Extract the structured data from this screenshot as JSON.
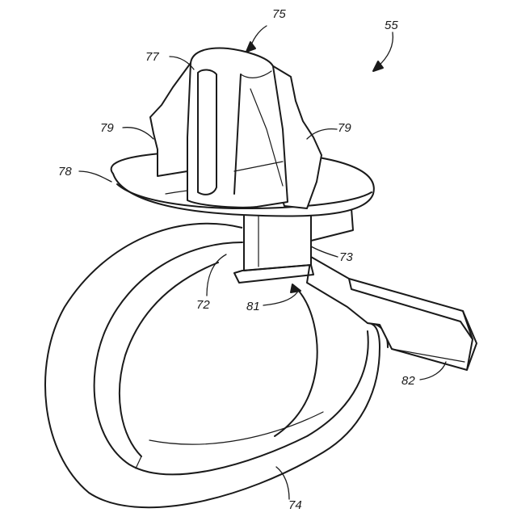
{
  "figure": {
    "labels": {
      "l55": "55",
      "l75": "75",
      "l77": "77",
      "l79a": "79",
      "l79b": "79",
      "l78": "78",
      "l73": "73",
      "l72": "72",
      "l81": "81",
      "l82": "82",
      "l74": "74"
    }
  }
}
